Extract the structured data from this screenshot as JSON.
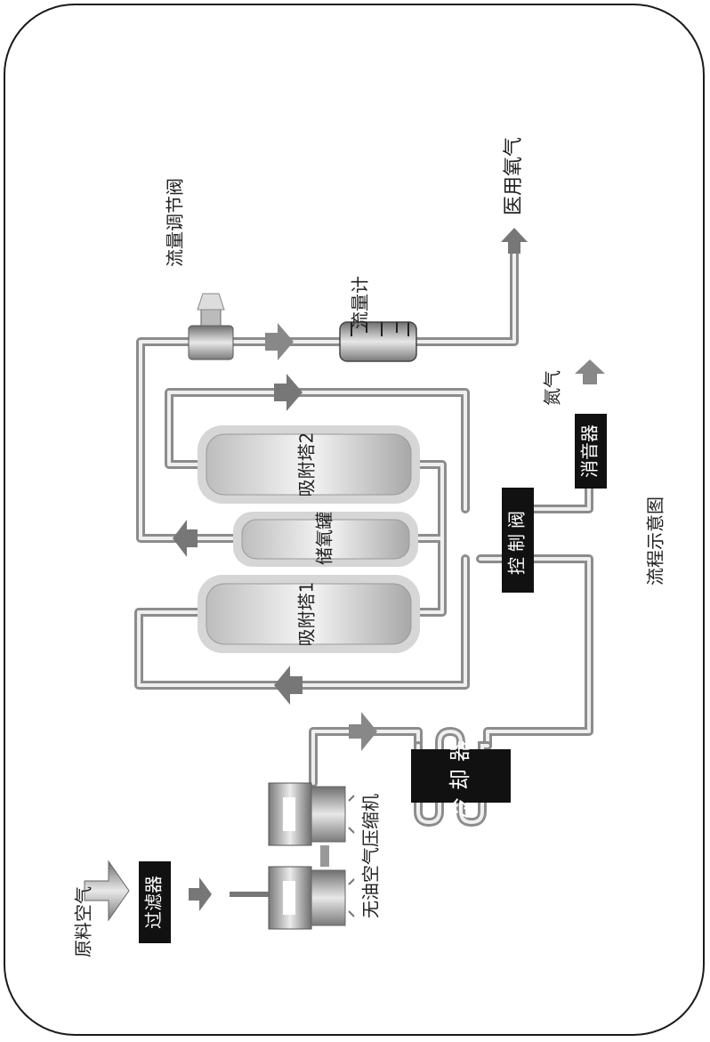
{
  "labels": {
    "raw_air": "原料空气",
    "filter": "过滤器",
    "compressor": "无油空气压缩机",
    "cooler": "冷却器",
    "control_valve": "控制阀",
    "tower1": "吸附塔1",
    "tower2": "吸附塔2",
    "oxygen_tank": "储氧罐",
    "flow_regulator": "流量调节阀",
    "flowmeter": "流量计",
    "medical_oxygen": "医用氧气",
    "muffler": "消音器",
    "nitrogen": "氮气",
    "diagram_title": "流程示意图"
  },
  "colors": {
    "pipe_outer": "#8c8c8c",
    "pipe_inner": "#eeeeee",
    "label_box": "#111111",
    "tank_shell": "#d9d9d9"
  }
}
